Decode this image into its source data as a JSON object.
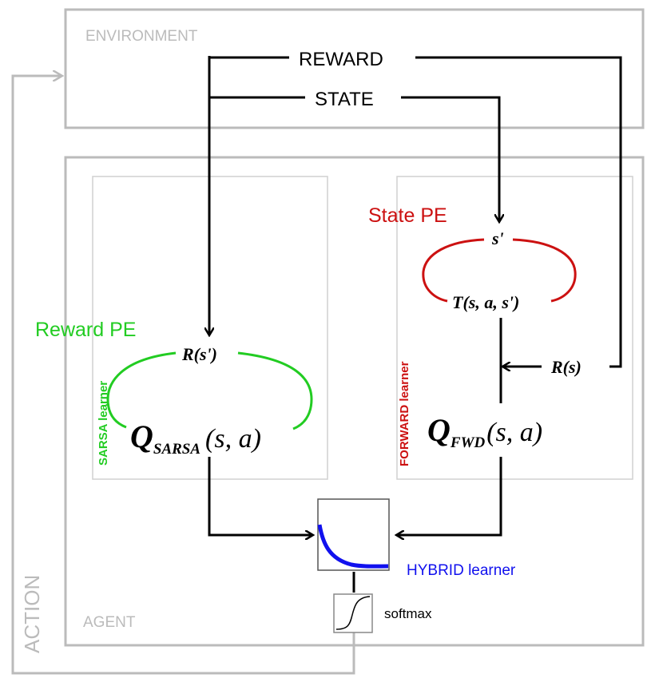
{
  "environment": {
    "label": "ENVIRONMENT",
    "signals": {
      "reward": "REWARD",
      "state": "STATE"
    }
  },
  "agent": {
    "label": "AGENT"
  },
  "action": {
    "label": "ACTION"
  },
  "sarsa": {
    "side_label": "SARSA learner",
    "pe_label": "Reward PE",
    "input_formula": "R(s')",
    "value_main": "Q",
    "value_sub": "SARSA",
    "value_args": "(s, a)"
  },
  "forward": {
    "side_label": "FORWARD learner",
    "pe_label": "State PE",
    "input_formula": "s'",
    "transition_formula": "T(s, a, s')",
    "reward_formula": "R(s)",
    "value_main": "Q",
    "value_sub": "FWD",
    "value_args": "(s, a)"
  },
  "hybrid": {
    "label": "HYBRID learner"
  },
  "softmax": {
    "label": "softmax"
  },
  "colors": {
    "frame_gray": "#bbbbbb",
    "inner_gray": "#d0d0d0",
    "reward_pe_green": "#22cc22",
    "state_pe_red": "#cc1111",
    "hybrid_blue": "#1111ee",
    "line_black": "#000000"
  }
}
